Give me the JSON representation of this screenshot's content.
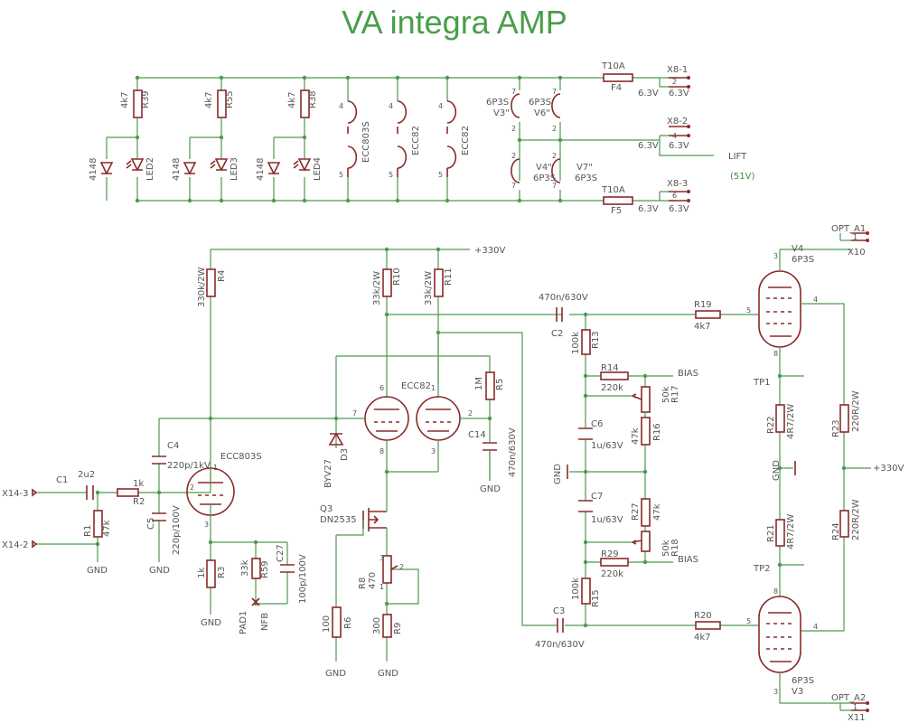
{
  "title": "VA integra AMP",
  "heater": {
    "r39_name": "R39",
    "r39_val": "4k7",
    "r55_name": "R55",
    "r55_val": "4k7",
    "r38_name": "R38",
    "r38_val": "4k7",
    "d1": "4148",
    "d2": "4148",
    "d3": "4148",
    "led2": "LED2",
    "led3": "LED3",
    "led4": "LED4",
    "tube_ecc803s": "ECC803S",
    "tube_ecc82a": "ECC82",
    "tube_ecc82b": "ECC82",
    "v3a": "6P3S",
    "v3b": "V3\"",
    "v6a": "6P3S",
    "v6b": "V6\"",
    "v4a": "V4\"",
    "v4b": "6P3S",
    "v7a": "V7\"",
    "v7b": "6P3S",
    "f4_val": "T10A",
    "f4_name": "F4",
    "f5_val": "T10A",
    "f5_name": "F5",
    "x8_1": "X8-1",
    "x8_2": "X8-2",
    "x8_3": "X8-3",
    "v63": "6.3V",
    "lift": "LIFT",
    "lift_v": "(51V)",
    "pin1": "1",
    "pin2": "2",
    "pin3": "3",
    "pin4": "4",
    "pin5": "5",
    "pin6": "6",
    "pin7": "7",
    "pin8": "8"
  },
  "supply": {
    "b330": "+330V",
    "b330b": "+330V",
    "gnd": "GND"
  },
  "input": {
    "x14_3": "X14-3",
    "x14_2": "X14-2",
    "c1": "C1",
    "c1_val": "2u2",
    "r1": "R1",
    "r1_val": "47k",
    "r2": "R2",
    "r2_val": "1k",
    "c4": "C4",
    "c4_val": "220p/1kV",
    "c5": "C5",
    "c5_val": "220p/100V"
  },
  "stage1": {
    "tube": "ECC803S",
    "r4": "R4",
    "r4_val": "330k/2W",
    "r3": "R3",
    "r3_val": "1k",
    "r59": "R59",
    "r59_val": "33k",
    "c27": "C27",
    "c27_val": "100p/100V",
    "pad": "PAD1",
    "nfb": "NFB"
  },
  "stage2": {
    "tube": "ECC82",
    "r10": "R10",
    "r10_val": "33k/2W",
    "r11": "R11",
    "r11_val": "33k/2W",
    "r5": "R5",
    "r5_val": "1M",
    "c14": "C14",
    "c14_val": "470n/630V",
    "d3": "D3",
    "d3_val": "BYV27",
    "q3": "Q3",
    "q3_val": "DN2535",
    "r8": "R8",
    "r8_val": "470",
    "r6": "R6",
    "r6_val": "100",
    "r9": "R9",
    "r9_val": "300"
  },
  "output": {
    "c2": "C2",
    "c2_val": "470n/630V",
    "c3": "C3",
    "c3_val": "470n/630V",
    "r13": "R13",
    "r13_val": "100k",
    "r14": "R14",
    "r14_val": "220k",
    "r17": "R17",
    "r17_val": "50k",
    "r16": "R16",
    "r16_val": "47k",
    "c6": "C6",
    "c6_val": "1u/63V",
    "c7": "C7",
    "c7_val": "1u/63V",
    "r27": "R27",
    "r27_val": "47k",
    "r18": "R18",
    "r18_val": "50k",
    "r29": "R29",
    "r29_val": "220k",
    "r15": "R15",
    "r15_val": "100k",
    "bias": "BIAS",
    "bias2": "BIAS",
    "r19": "R19",
    "r19_val": "4k7",
    "r20": "R20",
    "r20_val": "4k7",
    "v4": "V4",
    "v4_type": "6P3S",
    "v3": "V3",
    "v3_type": "6P3S",
    "r22": "R22",
    "r22_val": "4R7/2W",
    "r21": "R21",
    "r21_val": "4R7/2W",
    "r23": "R23",
    "r23_val": "220R/2W",
    "r24": "R24",
    "r24_val": "220R/2W",
    "tp1": "TP1",
    "tp2": "TP2",
    "opt_a1": "OPT_A1",
    "opt_a2": "OPT_A2",
    "x10": "X10",
    "x11": "X11"
  }
}
